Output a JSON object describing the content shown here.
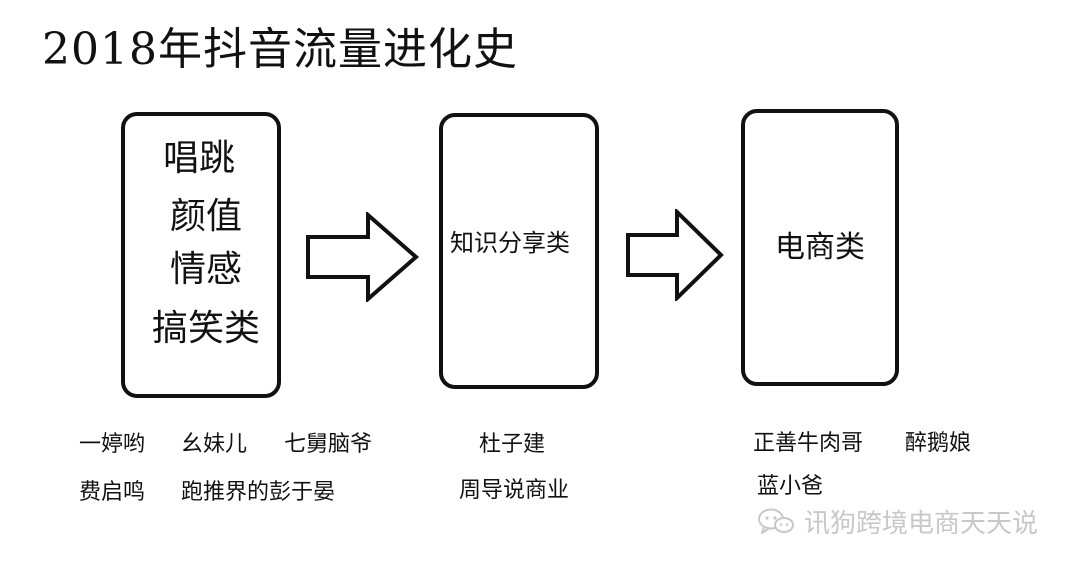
{
  "title": "2018年抖音流量进化史",
  "stages": [
    {
      "lines": [
        "唱跳",
        "颜值",
        "情感",
        "搞笑类"
      ]
    },
    {
      "label": "知识分享类"
    },
    {
      "label": "电商类"
    }
  ],
  "examples": {
    "stage1": [
      "一婷哟",
      "幺妹儿",
      "七舅脑爷",
      "费启鸣",
      "跑推界的彭于晏"
    ],
    "stage2": [
      "杜子建",
      "周导说商业"
    ],
    "stage3": [
      "正善牛肉哥",
      "醉鹅娘",
      "蓝小爸"
    ]
  },
  "watermark": {
    "text": "讯狗跨境电商天天说",
    "icon": "wechat-icon"
  }
}
